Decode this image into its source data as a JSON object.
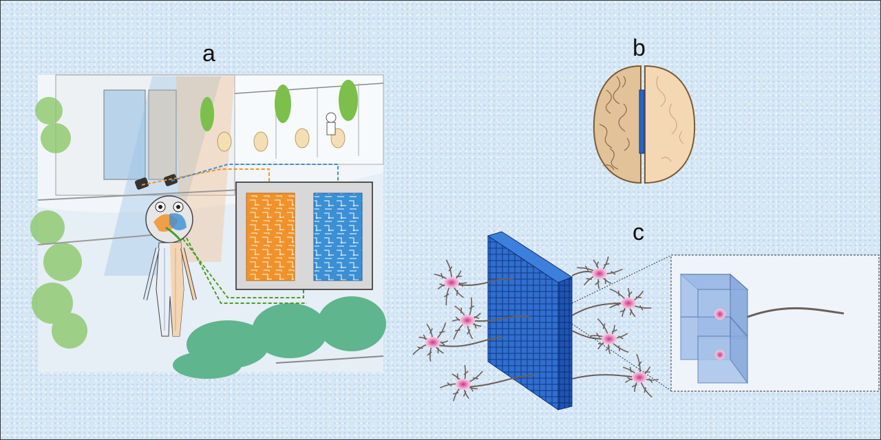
{
  "panels": {
    "a": {
      "label": "a"
    },
    "b": {
      "label": "b"
    },
    "c": {
      "label": "c"
    }
  },
  "colors": {
    "orange": "#f0922b",
    "blue": "#3b8fd4",
    "green": "#4a9a2a",
    "implant_blue": "#2a63c4",
    "neuron_pink": "#e85aa6",
    "brain_tan": "#e8c9a0"
  },
  "icons": [
    "camera-icon",
    "chip-icon",
    "brain-icon",
    "neuron-icon",
    "electrode-array-icon"
  ]
}
